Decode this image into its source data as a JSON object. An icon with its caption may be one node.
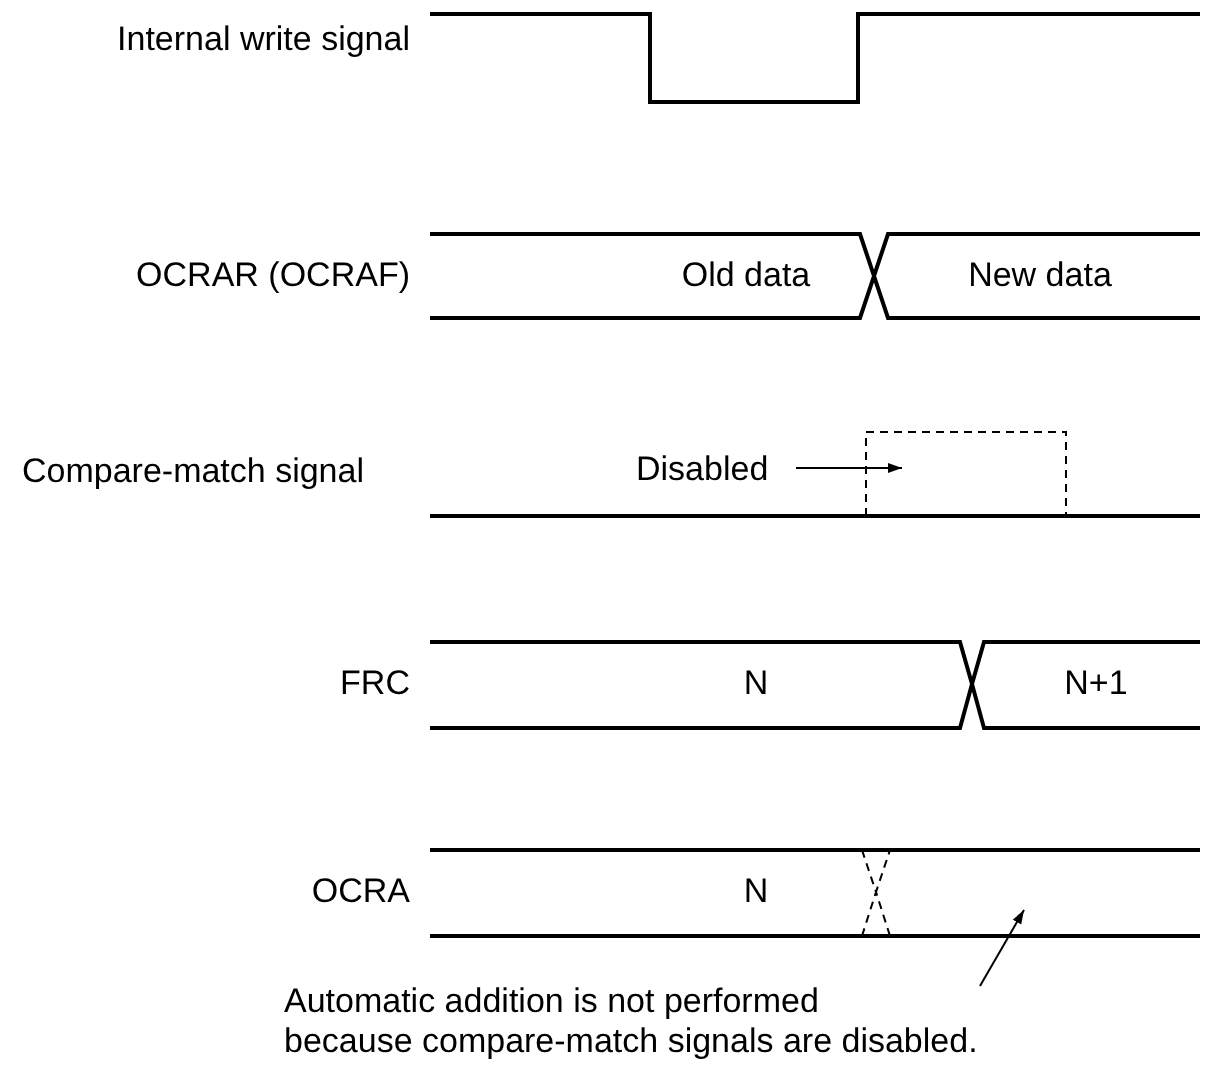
{
  "diagram": {
    "nodes": [
      {
        "text": [
          "Disabled"
        ]
      },
      {
        "text": [],
        "shape": "box"
      },
      {
        "text": [
          "Automatic addition is not performed because compare-match signals are disabled."
        ]
      }
    ],
    "edges": [
      {
        "from": 0,
        "to": 1,
        "arrow": "to"
      },
      {
        "from": 2,
        "to": null,
        "arrow": "to"
      }
    ],
    "labels": [
      "Internal write signal",
      "OCRAR (OCRAF)",
      "Old data",
      "New data",
      "Compare-match signal",
      "FRC",
      "N",
      "N+1",
      "OCRA",
      "N"
    ]
  }
}
